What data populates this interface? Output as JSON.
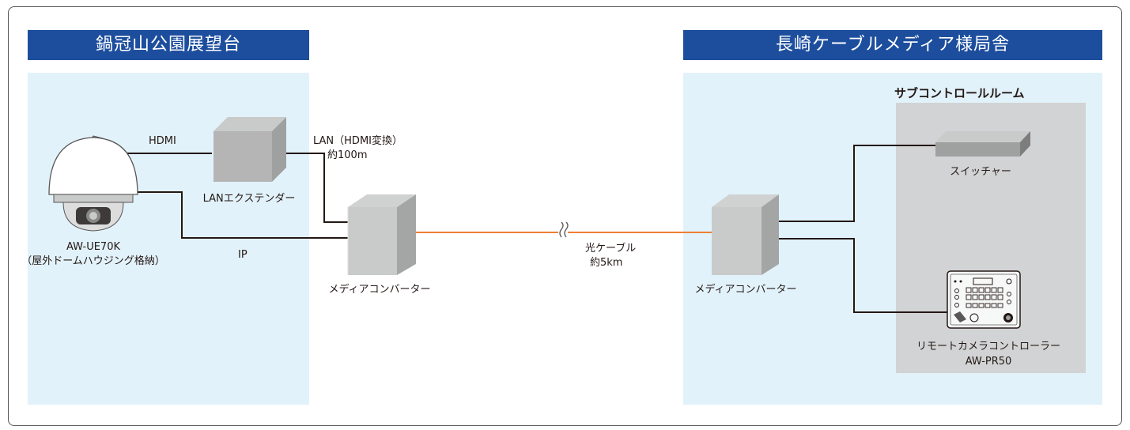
{
  "colors": {
    "title_bg": "#1d4e9e",
    "panel_bg": "#e2f2fa",
    "subroom_bg": "#d2d3d4",
    "optical_line": "#ee7f33",
    "wire": "#231815"
  },
  "sites": {
    "left": {
      "title": "鍋冠山公園展望台"
    },
    "right": {
      "title": "長崎ケーブルメディア様局舎",
      "subroom": "サブコントロールルーム"
    }
  },
  "devices": {
    "camera": {
      "model": "AW-UE70K",
      "note": "（屋外ドームハウジング格納）"
    },
    "extender": {
      "label": "LANエクステンダー"
    },
    "converter_left": {
      "label": "メディアコンバーター"
    },
    "converter_right": {
      "label": "メディアコンバーター"
    },
    "switcher": {
      "label": "スイッチャー"
    },
    "controller": {
      "label": "リモートカメラコントローラー",
      "model": "AW-PR50"
    }
  },
  "connections": {
    "hdmi": "HDMI",
    "ip": "IP",
    "lan_line1": "LAN（HDMI変換）",
    "lan_line2": "約100m",
    "fiber_line1": "光ケーブル",
    "fiber_line2": "約5km"
  }
}
